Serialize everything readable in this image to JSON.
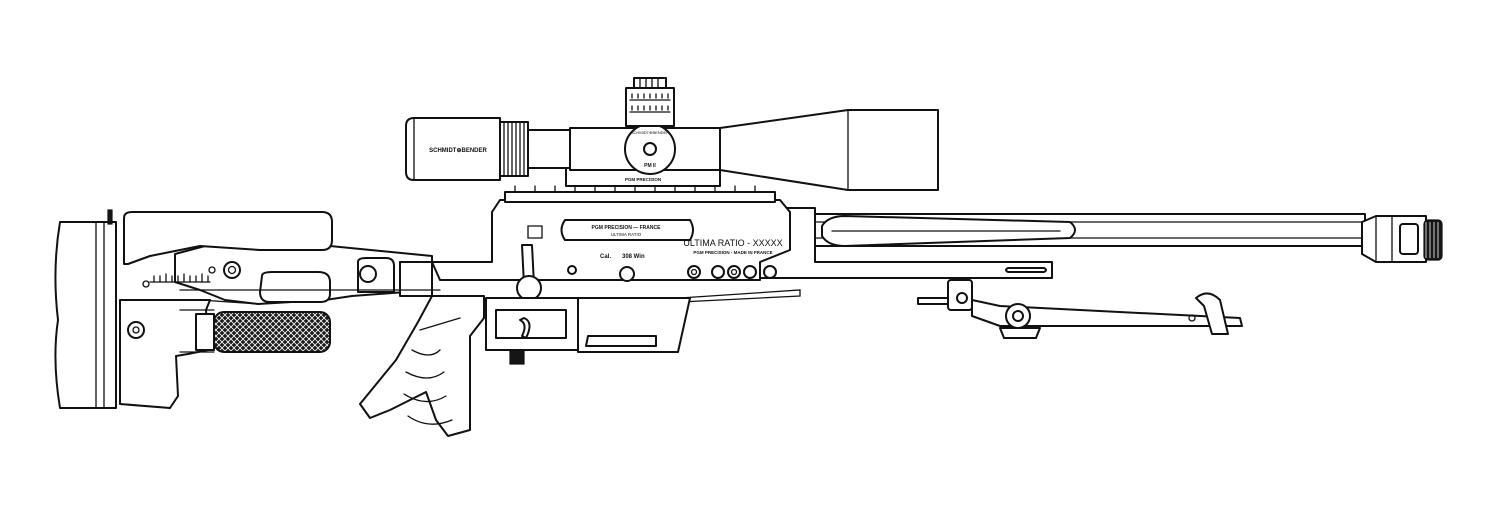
{
  "scope": {
    "brand": "SCHMIDT⊕BENDER",
    "turret_brand": "SCHMIDT⊕BENDER",
    "model": "PM II",
    "mount_text": "PGM PRECISION"
  },
  "receiver": {
    "plate_line1": "PGM PRECISION — FRANCE",
    "plate_line2": "ULTIMA RATIO",
    "model_text": "ULTIMA RATIO - XXXXX",
    "maker_text": "PGM PRECISION - MADE IN FRANCE",
    "caliber_label": "Cal.",
    "caliber_value": "308 Win"
  },
  "colors": {
    "line": "#111111",
    "fill": "#ffffff",
    "dark": "#151515"
  }
}
